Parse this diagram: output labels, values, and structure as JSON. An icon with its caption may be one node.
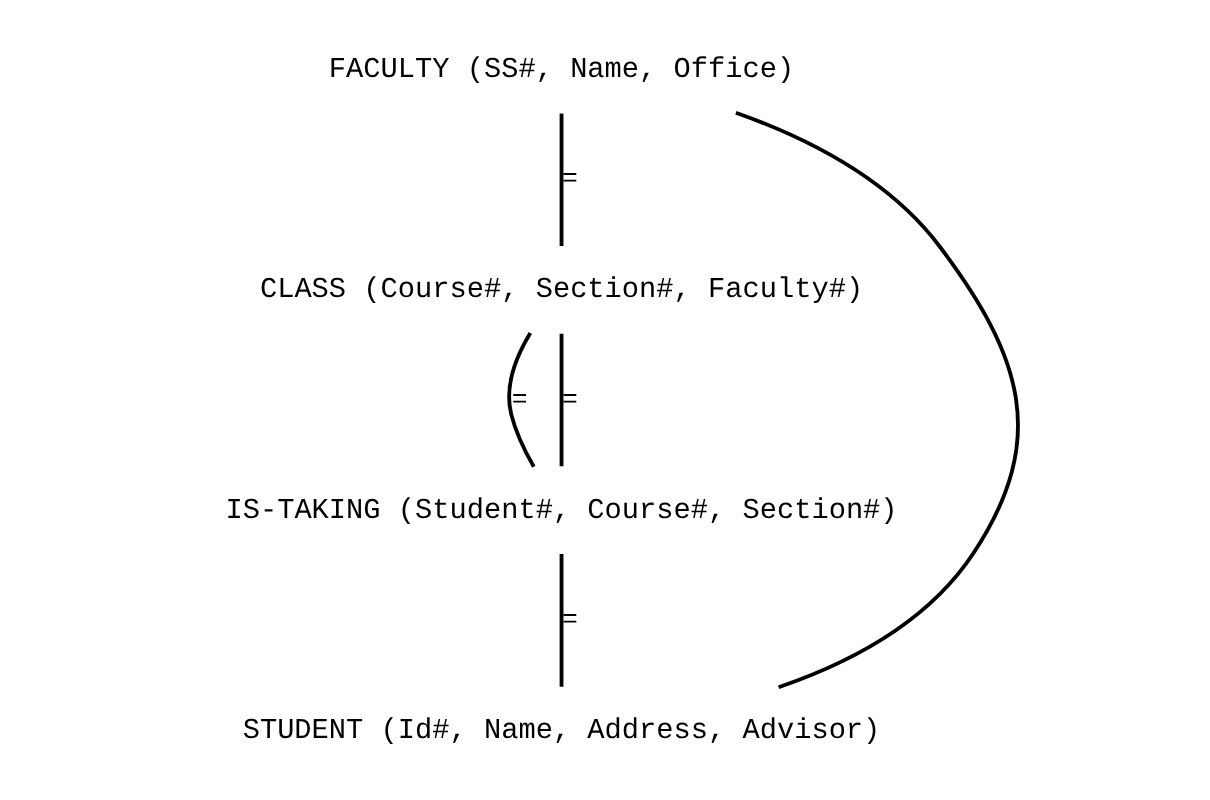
{
  "diagram": {
    "nodes": [
      {
        "text": [
          "FACULTY (SS#, Name, Office)"
        ]
      },
      {
        "text": [
          "CLASS (Course#, Section#, Faculty#)"
        ]
      },
      {
        "text": [
          "IS-TAKING (Student#, Course#, Section#)"
        ]
      },
      {
        "text": [
          "STUDENT (Id#, Name, Address, Advisor)"
        ]
      }
    ],
    "edges": [
      {
        "from": 0,
        "to": 1,
        "arrow": "none",
        "label": "="
      },
      {
        "from": 1,
        "to": 2,
        "arrow": "none",
        "label": "="
      },
      {
        "from": 1,
        "to": 2,
        "arrow": "none",
        "label": "="
      },
      {
        "from": 2,
        "to": 3,
        "arrow": "none",
        "label": "="
      },
      {
        "from": 3,
        "to": 0,
        "arrow": "none"
      }
    ]
  }
}
